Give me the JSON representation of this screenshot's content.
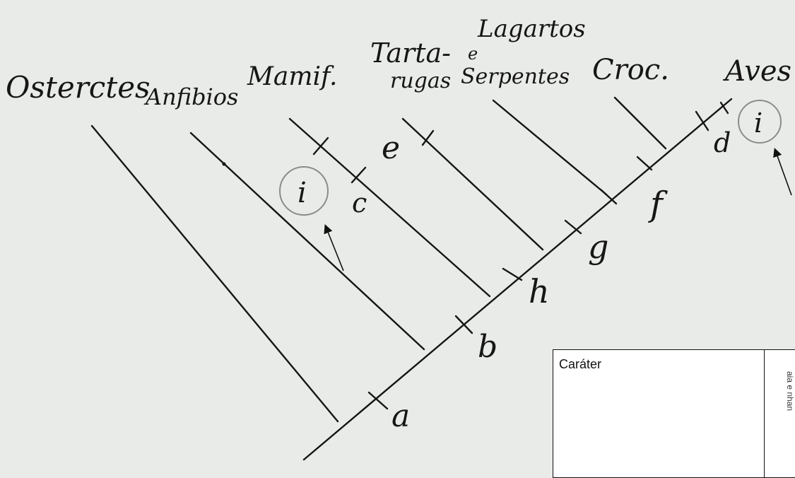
{
  "taxa": [
    "Osterctes",
    "Anfibios",
    "Mamif.",
    "Tarta-",
    "rugas",
    "Lagartos",
    "e",
    "Serpentes",
    "Croc.",
    "Aves"
  ],
  "characters": [
    "a",
    "b",
    "c",
    "d",
    "e",
    "f",
    "g",
    "h"
  ],
  "marked_character": "i",
  "table": {
    "header": "Caráter",
    "rotated_text": "aia e nhan"
  }
}
